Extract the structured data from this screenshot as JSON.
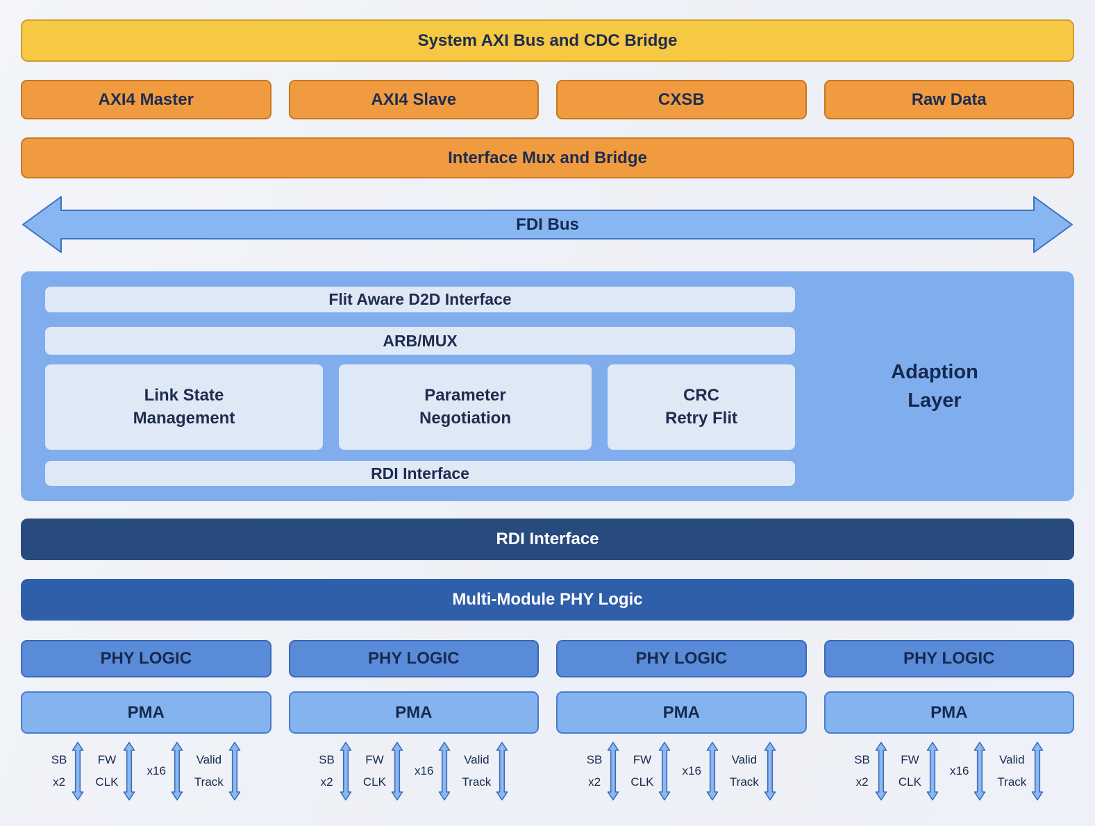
{
  "colors": {
    "background": "#eef1f7",
    "yellow_fill": "#f7c843",
    "yellow_border": "#cf9e2d",
    "orange_fill": "#f19b40",
    "orange_border": "#c9761f",
    "arrow_fill": "#87b6f3",
    "arrow_border": "#3e6fc0",
    "adaption_fill": "#7fadee",
    "inner_light_fill": "#dfe9f5",
    "navy_bar_fill": "#284b7e",
    "blue_bar_fill": "#2f5fa8",
    "phy_logic_fill": "#5a8bd8",
    "pma_fill": "#84b3f0",
    "text_dark": "#1d2c50",
    "text_white": "#ffffff"
  },
  "top_bar": {
    "label": "System AXI Bus and CDC Bridge"
  },
  "interfaces": [
    "AXI4 Master",
    "AXI4 Slave",
    "CXSB",
    "Raw Data"
  ],
  "mux_bar": {
    "label": "Interface Mux and Bridge"
  },
  "fdi_bus": {
    "label": "FDI Bus"
  },
  "adaption": {
    "title": "Adaption\nLayer",
    "flit_bar": "Flit Aware D2D Interface",
    "arb_mux_bar": "ARB/MUX",
    "modules": [
      "Link State\nManagement",
      "Parameter\nNegotiation",
      "CRC\nRetry Flit"
    ],
    "rdi_bar": "RDI Interface"
  },
  "rdi_bar": {
    "label": "RDI Interface"
  },
  "phy_bar": {
    "label": "Multi-Module PHY Logic"
  },
  "phy_logic_label": "PHY LOGIC",
  "pma_label": "PMA",
  "signal_labels": [
    "SB\nx2",
    "FW\nCLK",
    "x16",
    "Valid\nTrack"
  ]
}
